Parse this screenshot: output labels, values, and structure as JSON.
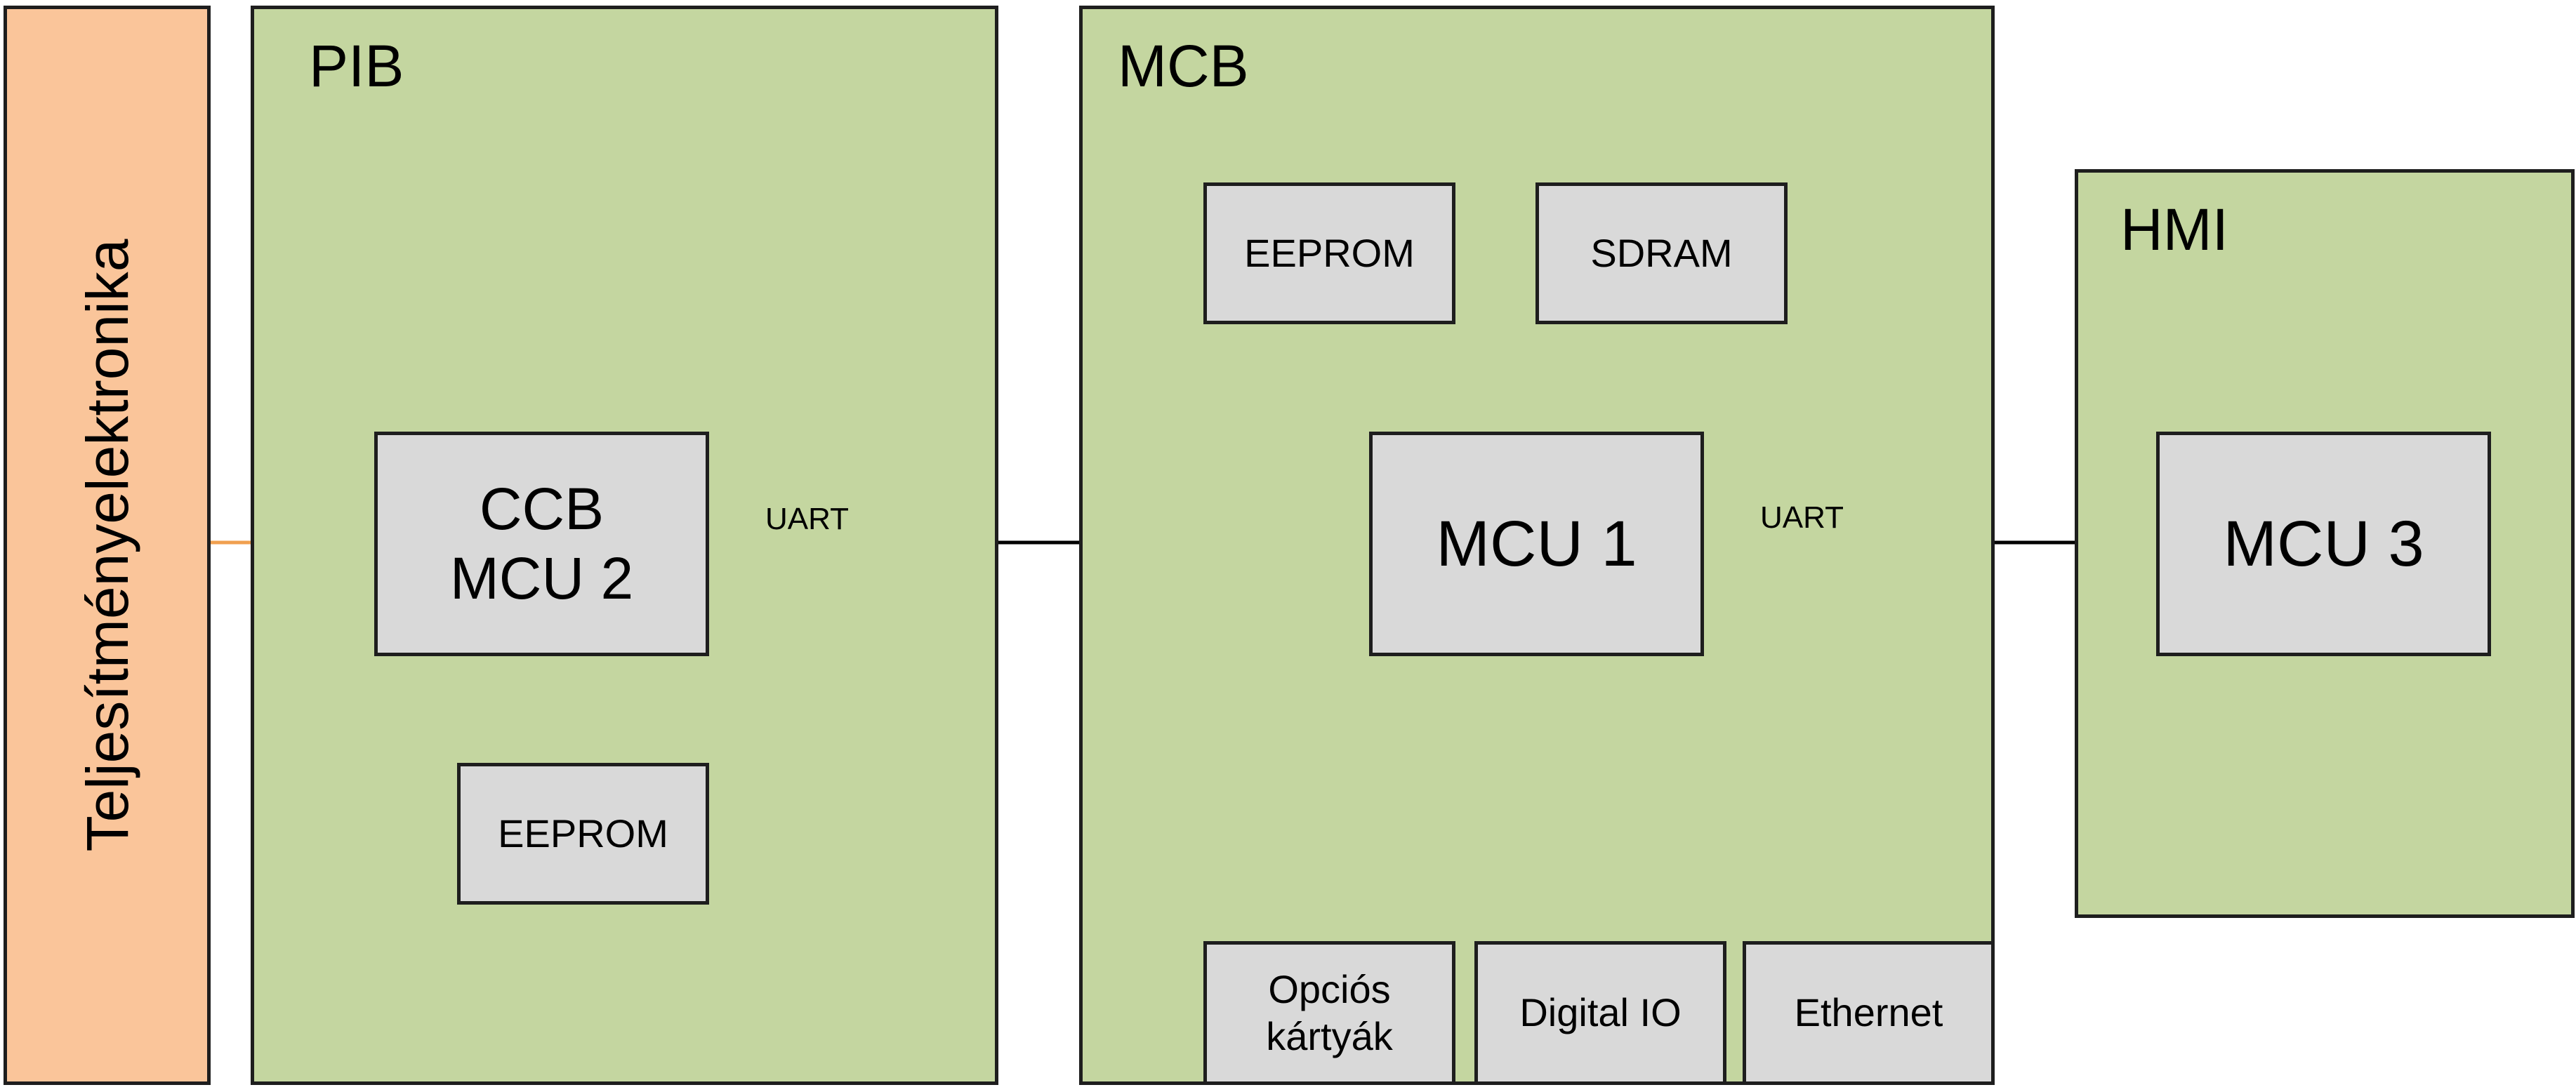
{
  "power_block": {
    "label": "Teljesítményelektronika"
  },
  "pib": {
    "title": "PIB",
    "ccb_chip": {
      "line1": "CCB",
      "line2": "MCU 2"
    },
    "eeprom": "EEPROM"
  },
  "mcb": {
    "title": "MCB",
    "eeprom": "EEPROM",
    "sdram": "SDRAM",
    "mcu1": "MCU 1",
    "opcios": {
      "line1": "Opciós",
      "line2": "kártyák"
    },
    "digital_io": "Digital IO",
    "ethernet": "Ethernet"
  },
  "hmi": {
    "title": "HMI",
    "mcu3": "MCU 3"
  },
  "connections": {
    "uart_left": "UART",
    "uart_right": "UART"
  },
  "colors": {
    "panel_fill": "#c4d6a0",
    "power_fill": "#fac59a",
    "chip_fill": "#d9d9d9",
    "power_link": "#f0a050",
    "line": "#000000"
  }
}
